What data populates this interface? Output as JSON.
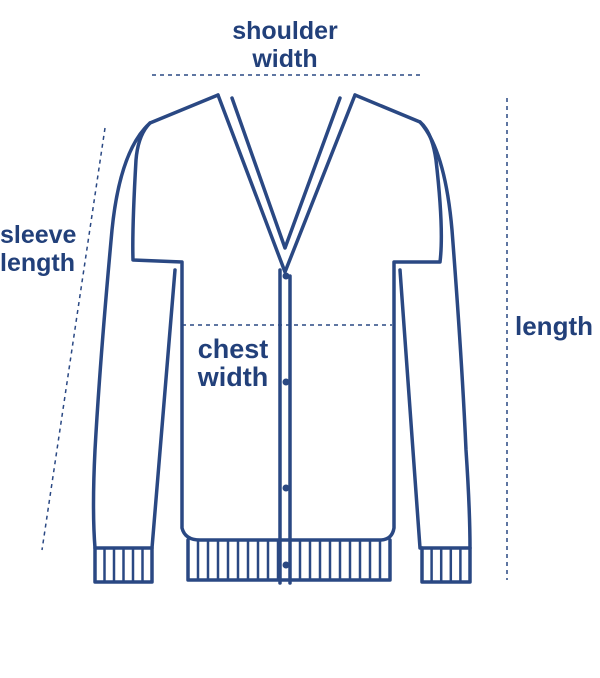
{
  "colors": {
    "line": "#2a4883",
    "text": "#22407a",
    "background": "#ffffff"
  },
  "labels": {
    "shoulder_width": [
      "shoulder",
      "width"
    ],
    "sleeve_length": [
      "sleeve",
      "length"
    ],
    "chest_width": [
      "chest",
      "width"
    ],
    "length": "length"
  }
}
